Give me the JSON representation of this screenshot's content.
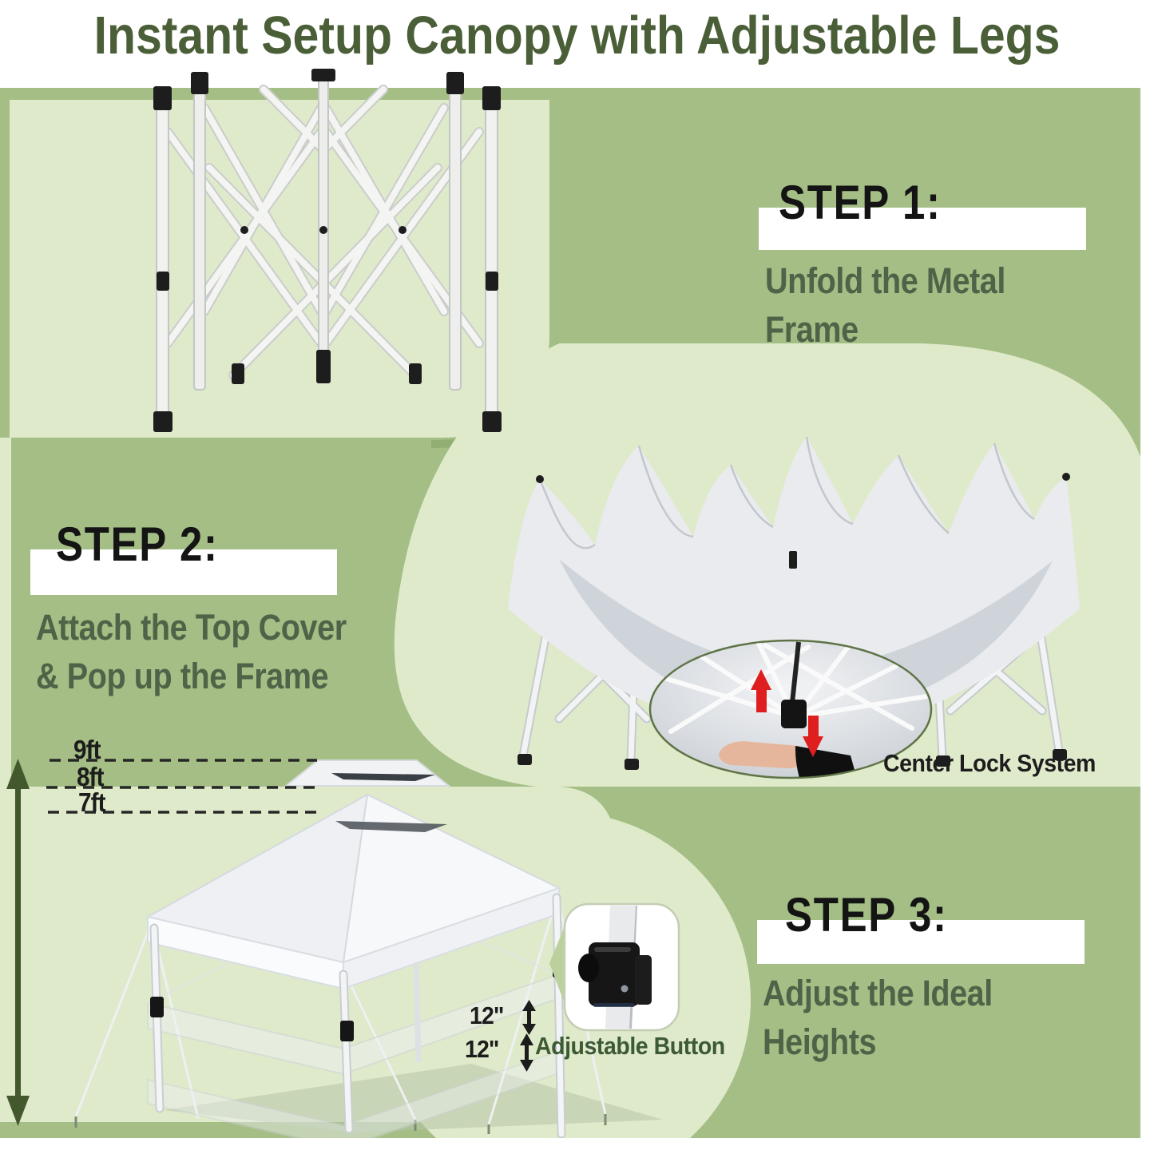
{
  "title": "Instant Setup Canopy with Adjustable Legs",
  "steps": [
    {
      "heading": "STEP 1:",
      "body1": "Unfold the Metal",
      "body2": "Frame"
    },
    {
      "heading": "STEP 2:",
      "body1": "Attach the Top Cover",
      "body2": "& Pop up the Frame"
    },
    {
      "heading": "STEP 3:",
      "body1": "Adjust the Ideal",
      "body2": "Heights"
    }
  ],
  "annotations": {
    "center_lock": "Center Lock System",
    "adjustable_button": "Adjustable Button",
    "heights": {
      "h9": "9ft",
      "h8": "8ft",
      "h7": "7ft"
    },
    "inches": {
      "top": "12\"",
      "bottom": "12\""
    }
  },
  "icons": {
    "up_down_arrow": "double-headed vertical arrow",
    "red_up_arrow": "red up arrow",
    "red_down_arrow": "red down arrow",
    "height_range_arrow": "dark green double-headed vertical arrow"
  },
  "colors": {
    "medium_green": "#a4be85",
    "light_green": "#dfeacb",
    "accent_green": "#8fac6f",
    "title_green": "#4a5f37",
    "body_green": "#4e6347",
    "label_green": "#3c5a33",
    "band_white": "#ffffff",
    "text_black": "#1c1c1c",
    "arrow_red": "#df1f1f",
    "arrow_dark_green": "#43582c"
  }
}
